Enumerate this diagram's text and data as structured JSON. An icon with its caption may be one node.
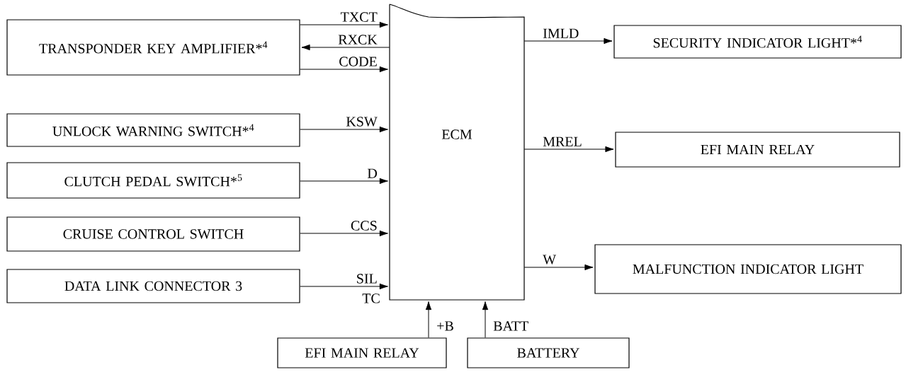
{
  "diagram": {
    "nodes": [
      {
        "text": [
          "TRANSPONDER KEY AMPLIFIER*$^{4}$"
        ]
      },
      {
        "text": [
          "ECM"
        ]
      },
      {
        "text": [
          "SECURITY INDICATOR LIGHT*$^{4}$"
        ]
      },
      {
        "text": [
          "UNLOCK WARNING SWITCH*$^{4}$"
        ]
      },
      {
        "text": [
          "EFI MAIN RELAY"
        ]
      },
      {
        "text": [
          "CLUTCH PEDAL SWITCH*$^{5}$"
        ]
      },
      {
        "text": [
          "CRUISE CONTROL SWITCH"
        ]
      },
      {
        "text": [
          "MALFUNCTION INDICATOR LIGHT"
        ]
      },
      {
        "text": [
          "DATA LINK CONNECTOR 3"
        ]
      },
      {
        "text": [
          "EFI MAIN RELAY"
        ]
      },
      {
        "text": [
          "BATTERY"
        ]
      }
    ],
    "edges": [
      {
        "from": 0,
        "to": 1,
        "arrow": "to",
        "label": "TXCT"
      },
      {
        "from": 1,
        "to": 0,
        "arrow": "to",
        "label": "RXCK"
      },
      {
        "from": 0,
        "to": 1,
        "arrow": "to",
        "label": "CODE"
      },
      {
        "from": 1,
        "to": 2,
        "arrow": "to",
        "label": "IMLD"
      },
      {
        "from": 3,
        "to": 1,
        "arrow": "to",
        "label": "KSW"
      },
      {
        "from": 1,
        "to": 4,
        "arrow": "to",
        "label": "MREL"
      },
      {
        "from": 5,
        "to": 1,
        "arrow": "to",
        "label": "D"
      },
      {
        "from": 6,
        "to": 1,
        "arrow": "to",
        "label": "CCS"
      },
      {
        "from": 1,
        "to": 7,
        "arrow": "to",
        "label": "W"
      },
      {
        "from": 8,
        "to": 1,
        "arrow": "to",
        "label": "SIL"
      },
      {
        "from": 9,
        "to": 1,
        "arrow": "to",
        "label": "+B"
      },
      {
        "from": 10,
        "to": 1,
        "arrow": "to",
        "label": "BATT"
      }
    ],
    "labels": [
      "TC"
    ]
  }
}
